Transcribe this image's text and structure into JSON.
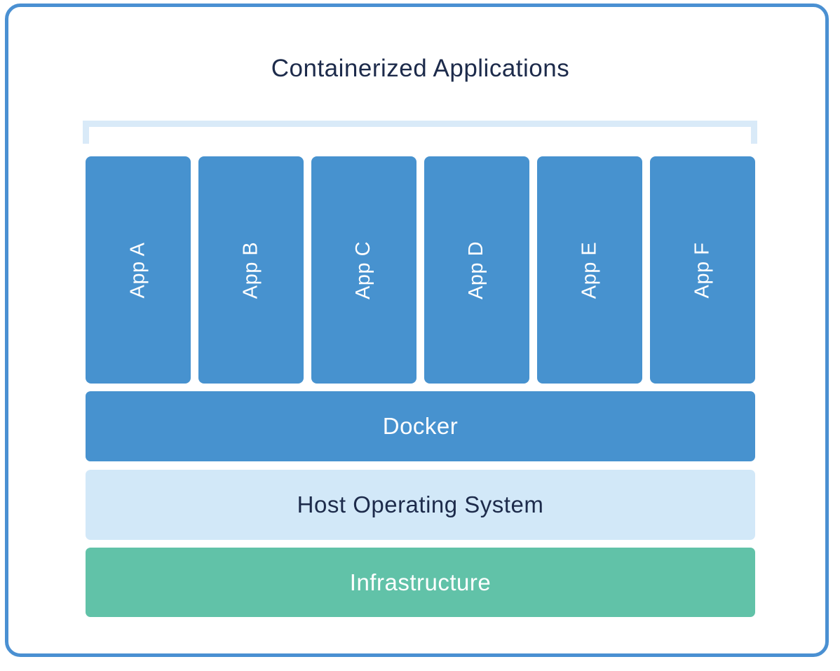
{
  "diagram": {
    "title": "Containerized Applications",
    "apps": [
      "App A",
      "App B",
      "App C",
      "App D",
      "App E",
      "App F"
    ],
    "layers": {
      "docker": "Docker",
      "host_os": "Host Operating System",
      "infrastructure": "Infrastructure"
    },
    "colors": {
      "app_blue": "#4792CF",
      "host_os_light_blue": "#D2E8F8",
      "infrastructure_green": "#61C2A8",
      "text_navy": "#1D2B4B",
      "text_white": "#FFFFFF",
      "bracket_light_blue": "#D9EAF8",
      "outer_border_blue": "#4A90D2"
    }
  }
}
